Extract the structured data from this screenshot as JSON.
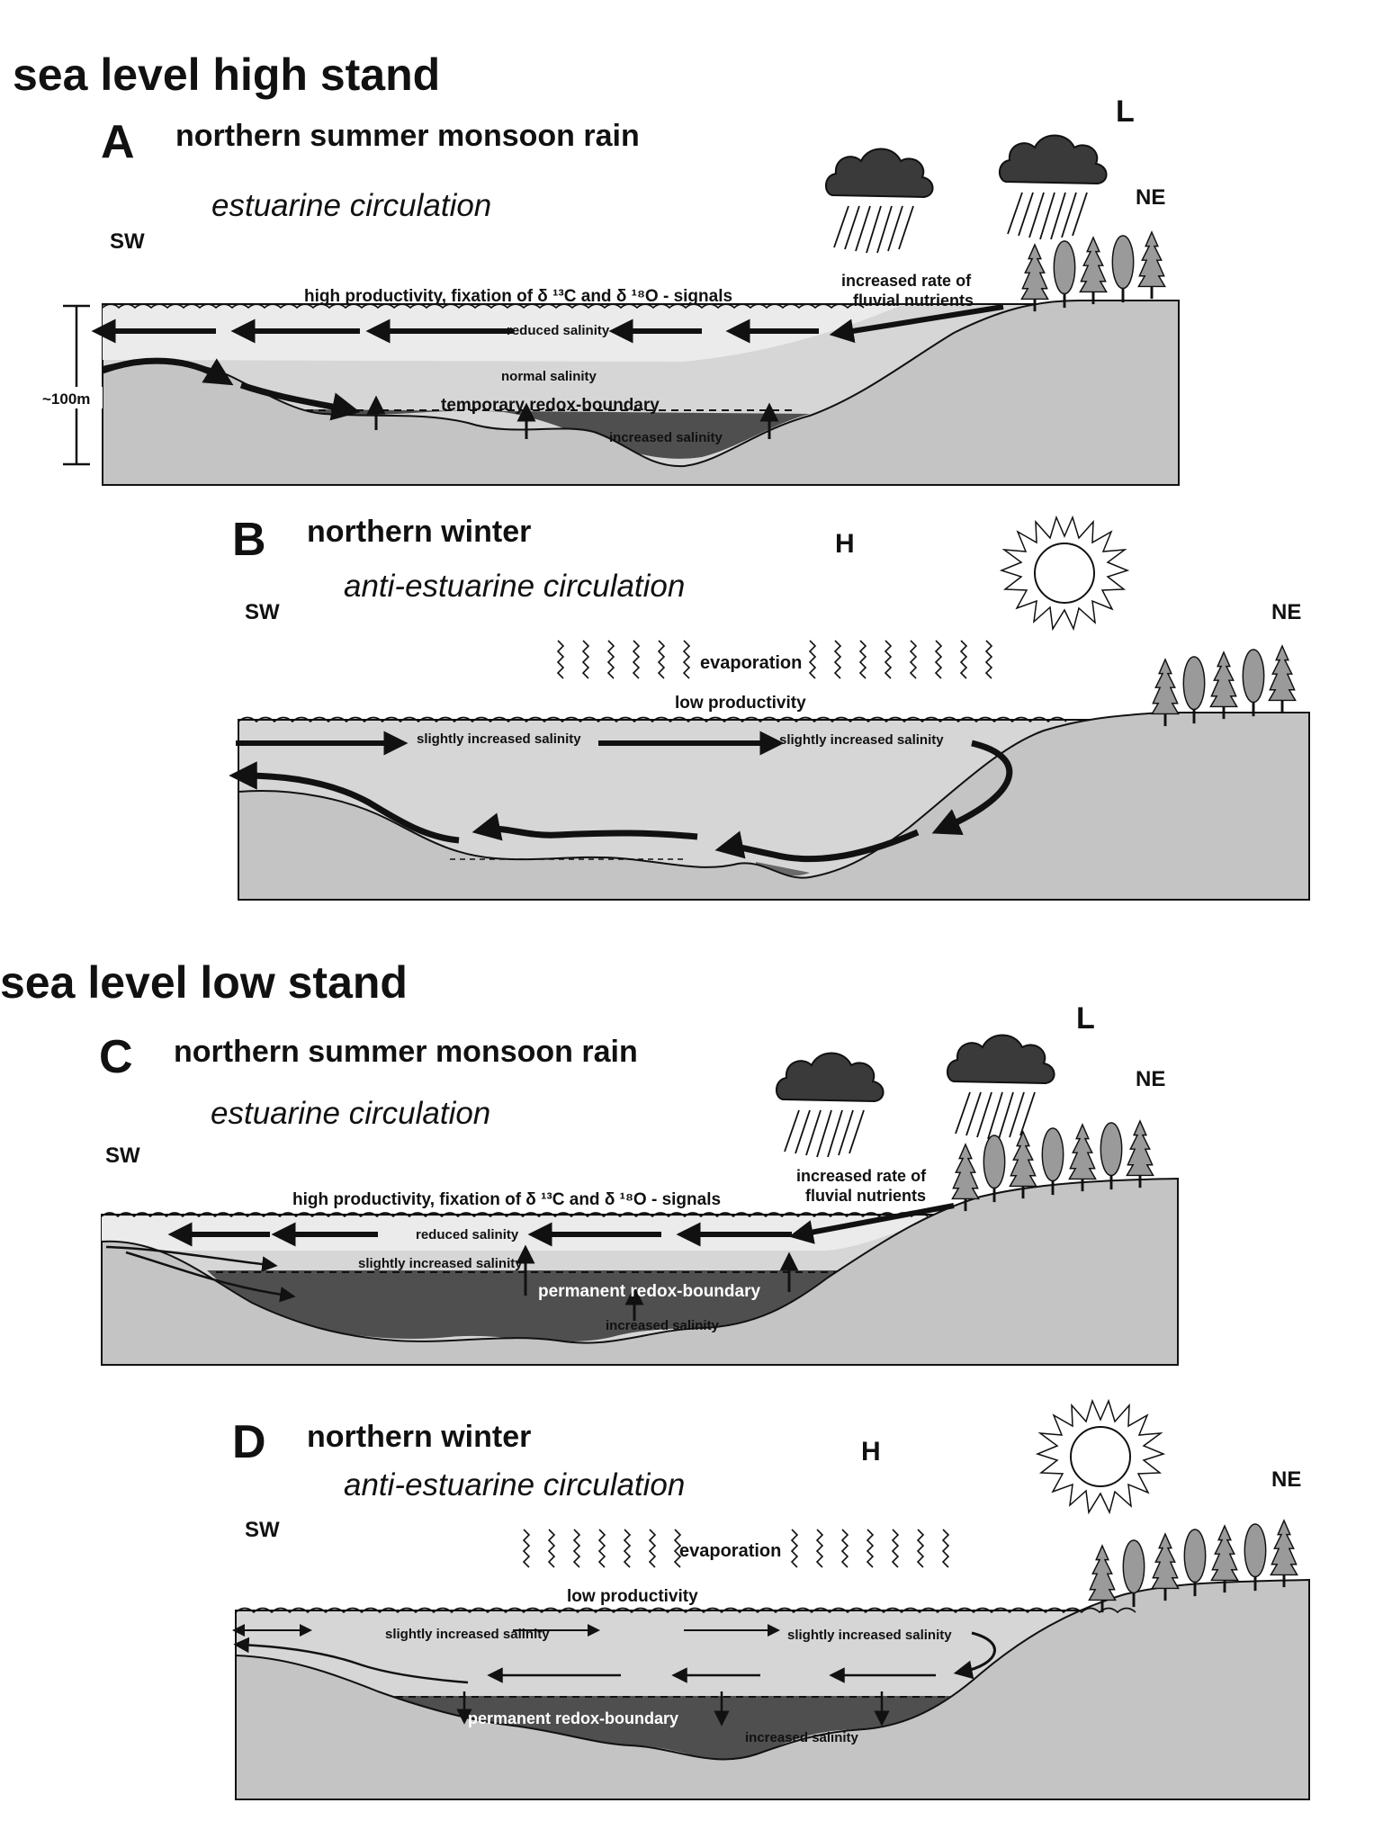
{
  "colors": {
    "sea_light": "#d6d6d6",
    "surface_band": "#ebebeb",
    "deep_water": "#8f8f8f",
    "anoxic": "#4f4f4f",
    "land": "#c4c4c4",
    "ink": "#111111"
  },
  "sections": {
    "high": "sea level high stand",
    "low": "sea level low stand"
  },
  "panels": {
    "A": {
      "letter": "A",
      "title": "northern summer monsoon rain",
      "circulation": "estuarine circulation",
      "pressure": "L",
      "sw": "SW",
      "ne": "NE",
      "productivity": "high productivity, fixation of δ ¹³C and δ ¹⁸O - signals",
      "nutrients_1": "increased rate of",
      "nutrients_2": "fluvial nutrients",
      "reduced_salinity": "reduced salinity",
      "normal_salinity": "normal salinity",
      "redox": "temporary redox-boundary",
      "increased_salinity": "increased salinity",
      "depth": "~100m"
    },
    "B": {
      "letter": "B",
      "title": "northern winter",
      "circulation": "anti-estuarine circulation",
      "pressure": "H",
      "sw": "SW",
      "ne": "NE",
      "evaporation": "evaporation",
      "productivity": "low  productivity",
      "salinity_1": "slightly increased salinity",
      "salinity_2": "slightly increased salinity"
    },
    "C": {
      "letter": "C",
      "title": "northern summer monsoon rain",
      "circulation": "estuarine circulation",
      "pressure": "L",
      "sw": "SW",
      "ne": "NE",
      "productivity": "high productivity, fixation of δ ¹³C and δ ¹⁸O - signals",
      "nutrients_1": "increased rate of",
      "nutrients_2": "fluvial nutrients",
      "reduced_salinity": "reduced salinity",
      "slight_salinity": "slightly increased salinity",
      "redox": "permanent  redox-boundary",
      "increased_salinity": "increased salinity"
    },
    "D": {
      "letter": "D",
      "title": "northern winter",
      "circulation": "anti-estuarine circulation",
      "pressure": "H",
      "sw": "SW",
      "ne": "NE",
      "evaporation": "evaporation",
      "productivity": "low  productivity",
      "salinity_1": "slightly increased salinity",
      "salinity_2": "slightly increased salinity",
      "redox": "permanent  redox-boundary",
      "increased_salinity": "increased salinity"
    }
  }
}
